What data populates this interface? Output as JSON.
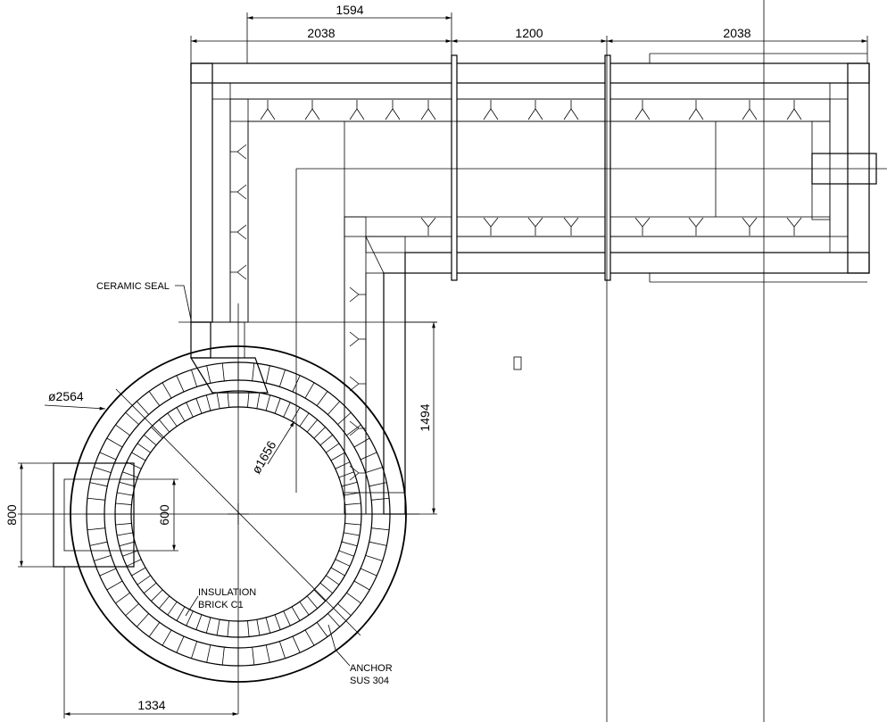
{
  "dimensions": {
    "top_overall": "1594",
    "top_left_span": "2038",
    "top_mid_span": "1200",
    "top_right_span": "2038",
    "duct_drop": "1494",
    "inlet_height": "800",
    "inlet_inner": "600",
    "outer_diameter": "ø2564",
    "inner_diameter": "ø1656",
    "bottom_span": "1334"
  },
  "notes": {
    "ceramic_seal": "CERAMIC SEAL",
    "insulation_line1": "INSULATION",
    "insulation_line2": "BRICK  C1",
    "anchor_line1": "ANCHOR",
    "anchor_line2": "SUS 304"
  },
  "colors": {
    "line": "#000000",
    "background": "#ffffff"
  }
}
